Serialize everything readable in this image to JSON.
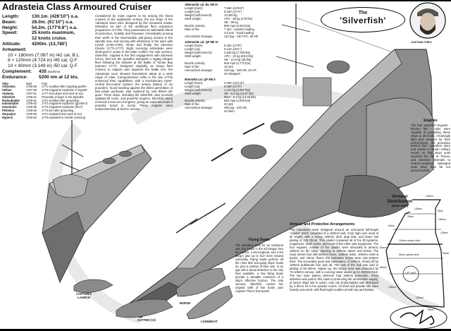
{
  "title": "Adrasteia Class Armoured Cruiser",
  "specs": {
    "length": {
      "label": "Length:",
      "value": "130.1m. (426'10\") o.a."
    },
    "beam": {
      "label": "Beam:",
      "value": "28.0m. (91'10\") o.a."
    },
    "height": {
      "label": "Height:",
      "value": "54.2m. (177'9.8\") o.a."
    },
    "speed": {
      "label": "Speed:",
      "value": "25 knots maximum,",
      "value2": "12 knots cruise."
    },
    "altitude": {
      "label": "Altitude:",
      "value": "4200m. (13,780')"
    },
    "armament": {
      "label": "Armament:",
      "items": [
        "10 × 180mm (7.087 in) /42 cal. B.L.",
        "8 × 120mm (4.724 in) /45 cal. Q.F.",
        "10 × 80mm (3.149 in) /50 cal. Q.F."
      ]
    },
    "complement": {
      "label": "Complement:",
      "value": "435",
      "note": "(wartime)"
    },
    "endurance": {
      "label": "Endurance:",
      "value": "5200 nm at 12 kts."
    }
  },
  "ships_table": {
    "headers": [
      "Ship",
      "Built",
      "Fate"
    ],
    "rows": [
      [
        "Adrasteia",
        "1756-59",
        "1771 scuttled after crippling gunfire"
      ],
      [
        "Sethus",
        "1757-60",
        "1776 magazine explosion in Ingarth"
      ],
      [
        "Atalanta",
        "1757-61",
        "1777 shot down and sank at sea"
      ],
      [
        "Silverfish",
        "1756-61",
        "Presently at large in the Spindles"
      ],
      [
        "Redoubtable",
        "1758-61",
        "1772 scuttled after grounding"
      ],
      [
        "Indomitable",
        "1758-62",
        "1772 magazine explosion (gunfire?)"
      ],
      [
        "Zenchrulis",
        "1760-65",
        "1774 magazine explosion (fire?)"
      ],
      [
        "Philetius",
        "1760-62",
        "1775 lost after grounding"
      ],
      [
        "Harpalyce",
        "1760-65",
        "1771 exploded and sank at sea"
      ],
      [
        "Hyperia",
        "1760-64",
        "1775 exploded in missile ramming"
      ]
    ]
  },
  "history": "Considered by most experts to be among the finest cruisers of the eighteenth century, the ten ships of the Adrasteia class were designed by the renowned master Deknidus as part of the ambitious fleet expansion programme of 1755. They possessed an admirable blend of protection, mobility and firepower, immediately proving their worth in the interminable anti-piracy actions in the Spindle Sea, and serving with distinction in the wars with Lyveth (1765-1768), Imrian and finally, the Zaresian Empire (1771-1777). Eight surviving Adrasteias were destroyed in action in the latter conflict; the sole survivor, Silverfish, crippled in the first engagement with Zaresian forces, fled into the Spindles alongside a ragtag refugee fleet following the disaster at the Battle of Torvas Bay (autumn 1777). Designed originally as heavy fleet cruisers to support and augment the battle line, the Adrasteias soon showed themselves adept at a wide range of roles. Comprehensive refits in the late 1770s enhanced their capabilities, with a revolutionary tower-central fire-control system; the tertiary battery of six pounders, found wanting against the latest generation of fast pirate gunboats, was replaced by new 80mm QF guns. Three ships, including the Silverfish, also received updated lift cores, and powerful engines; Silverfish alone received a new set of engines, giving an extra two knots if properly tuned to nicely. These engines were temperamental, at best in service.",
  "guns": [
    {
      "title": "180mm/42 cal. BL Mk III",
      "rows": [
        [
          "Length (bore):",
          "7.56m (24'9.6\")"
        ],
        [
          "Length (oa):",
          "8.34m (27'4\")"
        ],
        [
          "Weight (with breech):",
          "10,300 kg"
        ],
        [
          "Shell weight:",
          "APC - 80 kg (176 lbs)"
        ],
        [
          "",
          "HE - 80 kg"
        ],
        [
          "Muzzle velocity:",
          "800 mps (2,624 fps)"
        ],
        [
          "Rate of fire:",
          "7 rpm - powder loading"
        ],
        [
          "",
          "2.5 rpm - hand loading"
        ],
        [
          "Ammunition stowage:",
          "110 rpg - 130 HTC, 60 HE"
        ]
      ]
    },
    {
      "title": "120mm/45 cal. QF Mk IV",
      "rows": [
        [
          "Length (bore):",
          "5.40m (17'9\")"
        ],
        [
          "Length (oa):",
          "6.12m (20'1\")"
        ],
        [
          "Weight (with breech):",
          "3,530 kg (7,760 lbs)"
        ],
        [
          "Shell weight:",
          "APC - 22 kg (48.5 lbs)"
        ],
        [
          "",
          "HE - 21.8 kg (48 lbs)"
        ],
        [
          "Muzzle velocity:",
          "845 mps (2,772 fps)"
        ],
        [
          "Rate of fire:",
          "15 rpm"
        ],
        [
          "Ammunition stowage:",
          "240 rpg - 150 HE, 40 AP,"
        ],
        [
          "",
          "30 Shrapnel"
        ]
      ]
    },
    {
      "title": "80mm/50 cal. QF Mk II",
      "rows": [
        [
          "Length (bore):",
          "4.00m (13'1.5\")"
        ],
        [
          "Length (oa):",
          "5.18m (17'0\")"
        ],
        [
          "Weight (with breech):",
          "1,210 kg (2,667 lbs)"
        ],
        [
          "Shell weight:",
          "HE - 6.2 kg (13.67 lbs)"
        ],
        [
          "",
          "Illum - 6.1 kg (13.45 lbs)"
        ],
        [
          "Muzzle velocity:",
          "850 mps (2,800 fps)"
        ],
        [
          "Rate of fire:",
          "20 rpm"
        ],
        [
          "Ammunition stowage:",
          "280 rpg - 240 HE,"
        ],
        [
          "",
          "40 Illum."
        ]
      ]
    }
  ],
  "name_plate": {
    "line1": "The",
    "line2": "'Silverfish'"
  },
  "portrait_caption": "Captain Theo",
  "engines": {
    "title": "Engines",
    "text": "The four powerful Ocypete - Bromie Mk I units were capable of propelling these ships to 25 knots. Amazingly light and compact for their performance, the principles behind their operation were and remain a Torvan military secret; no fully intact units survived the fall of Torvas, and Zaresian attempts to reverse-engineer damaged units have thus far not proved fruitful."
  },
  "armour_distribution": {
    "title": "Armour Distribution",
    "subtitle": "(Main Hull)",
    "labels": [
      "100mm",
      "125mm",
      "25mm",
      "75mm",
      "150mm",
      "50mm",
      "125mm",
      "100mm armour deck",
      "150mm",
      "60mm",
      "50mm splinter deck",
      "150mm",
      "125mm",
      "100mm",
      "75mm"
    ],
    "lift_unit": "Lift unit"
  },
  "armour_text": {
    "title": "Armour and Protective Arrangements",
    "text": "The Adrasteias were designed around an armoured full-length \"citadel\" which consisted of a 150mm belt, 3.5m high over most of its length, with a heavy 100mm deck atop that, and lower hull plating of 125-75mm. This citadel contained all of the lift systems, magazines, shell rooms, and most of the other vital equipment. The four engines, outside of the citadel, were shrouded in armour, 150mm on the sides, tapering to 100mm above and below. The main turrets had 180-150mm faces, 125mm sides, 100mm roofs & backs, and 75mm floors; the barbettes below were 150-100mm thick. The secondary guns and casemates, of 125mm, closed off by 100mm bulkheads fore and aft. The rest of the hull was clad in plating of 50-30mm. Higher up, the bridge area was protected by 75-100mm armour, with a conning tower above up to 180mm thick. The two main battery directors had 180mm protection. Great attention was paid in this class to protecting the ammunition supply; of seven ships lost in action, only one (Indomitable) was destroyed by a direct hit in the powder rooms. All shell and powder lifts were heavily armoured, with flash-tight scuttles at both top and bottom."
  },
  "flying_boats": {
    "title": "Flying Boats",
    "text": "The standard outfit for an Adrasteia was four boats in the aft hangar (two 8m cutters, a 9m longboat, and a 9m barge) plus up to four more stowed externally. Flying boats perform all the roles that sea-going ships' boats do, plus a number of their own. In an age when visual detection is the only kind available, a few flying boats provide a valuable extension of a ship's effective horizon. The sole survivor, Silverfish, carries her original outfit of four boats, plus Captain Theo's first launch."
  },
  "boat_labels": {
    "launch": "Captain's Launch",
    "cutter": "Cutter (×2)",
    "barge": "Barge",
    "longboat": "Longboat"
  },
  "colors": {
    "ink": "#111111",
    "hull": "#8a8a8a",
    "hull_light": "#b4b4b4",
    "hull_dark": "#5c5c5c",
    "watermark": "#e6e6e6"
  }
}
